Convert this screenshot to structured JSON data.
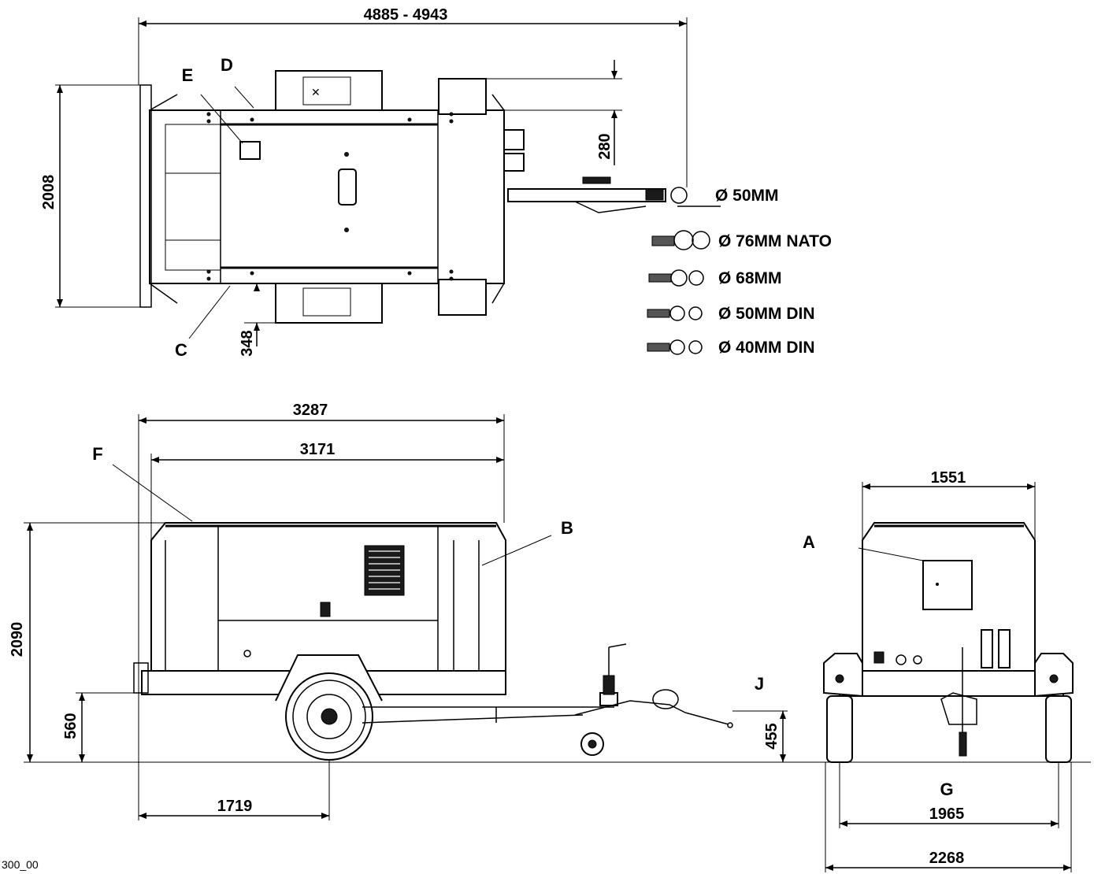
{
  "dimensions": {
    "overall_length": "4885 - 4943",
    "top_width": "2008",
    "top_offset_front": "280",
    "top_offset_rear": "348",
    "side_length_total": "3287",
    "side_length_body": "3171",
    "side_height": "2090",
    "side_chassis_height": "560",
    "side_axle_position": "1719",
    "side_hitch_height": "455",
    "rear_body_width": "1551",
    "rear_track": "1965",
    "rear_overall_width": "2268"
  },
  "labels": {
    "a": "A",
    "b": "B",
    "c": "C",
    "d": "D",
    "e": "E",
    "f": "F",
    "g": "G",
    "j": "J"
  },
  "hitches": [
    "Ø 50MM",
    "Ø  76MM NATO",
    "Ø  68MM",
    "Ø  50MM  DIN",
    "Ø  40MM DIN"
  ],
  "drawing_ref": "300_00"
}
